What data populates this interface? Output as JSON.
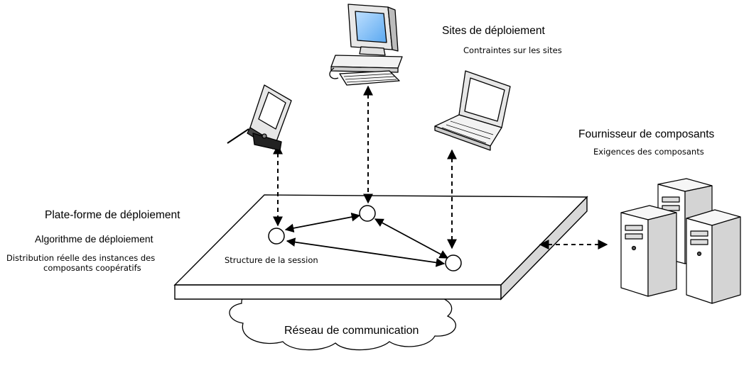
{
  "labels": {
    "sites_title": "Sites de déploiement",
    "sites_constraints": "Contraintes sur les sites",
    "provider_title": "Fournisseur de composants",
    "provider_requirements": "Exigences des composants",
    "platform_title": "Plate-forme de déploiement",
    "platform_algorithm": "Algorithme de déploiement",
    "distribution_line1": "Distribution réelle des instances des",
    "distribution_line2": "composants coopératifs",
    "session_structure": "Structure de la session",
    "network": "Réseau de communication"
  },
  "icons": {
    "pda": "pda-icon",
    "desktop": "desktop-computer-icon",
    "laptop": "laptop-icon",
    "servers": "server-tower-icon",
    "cloud": "cloud-icon"
  }
}
